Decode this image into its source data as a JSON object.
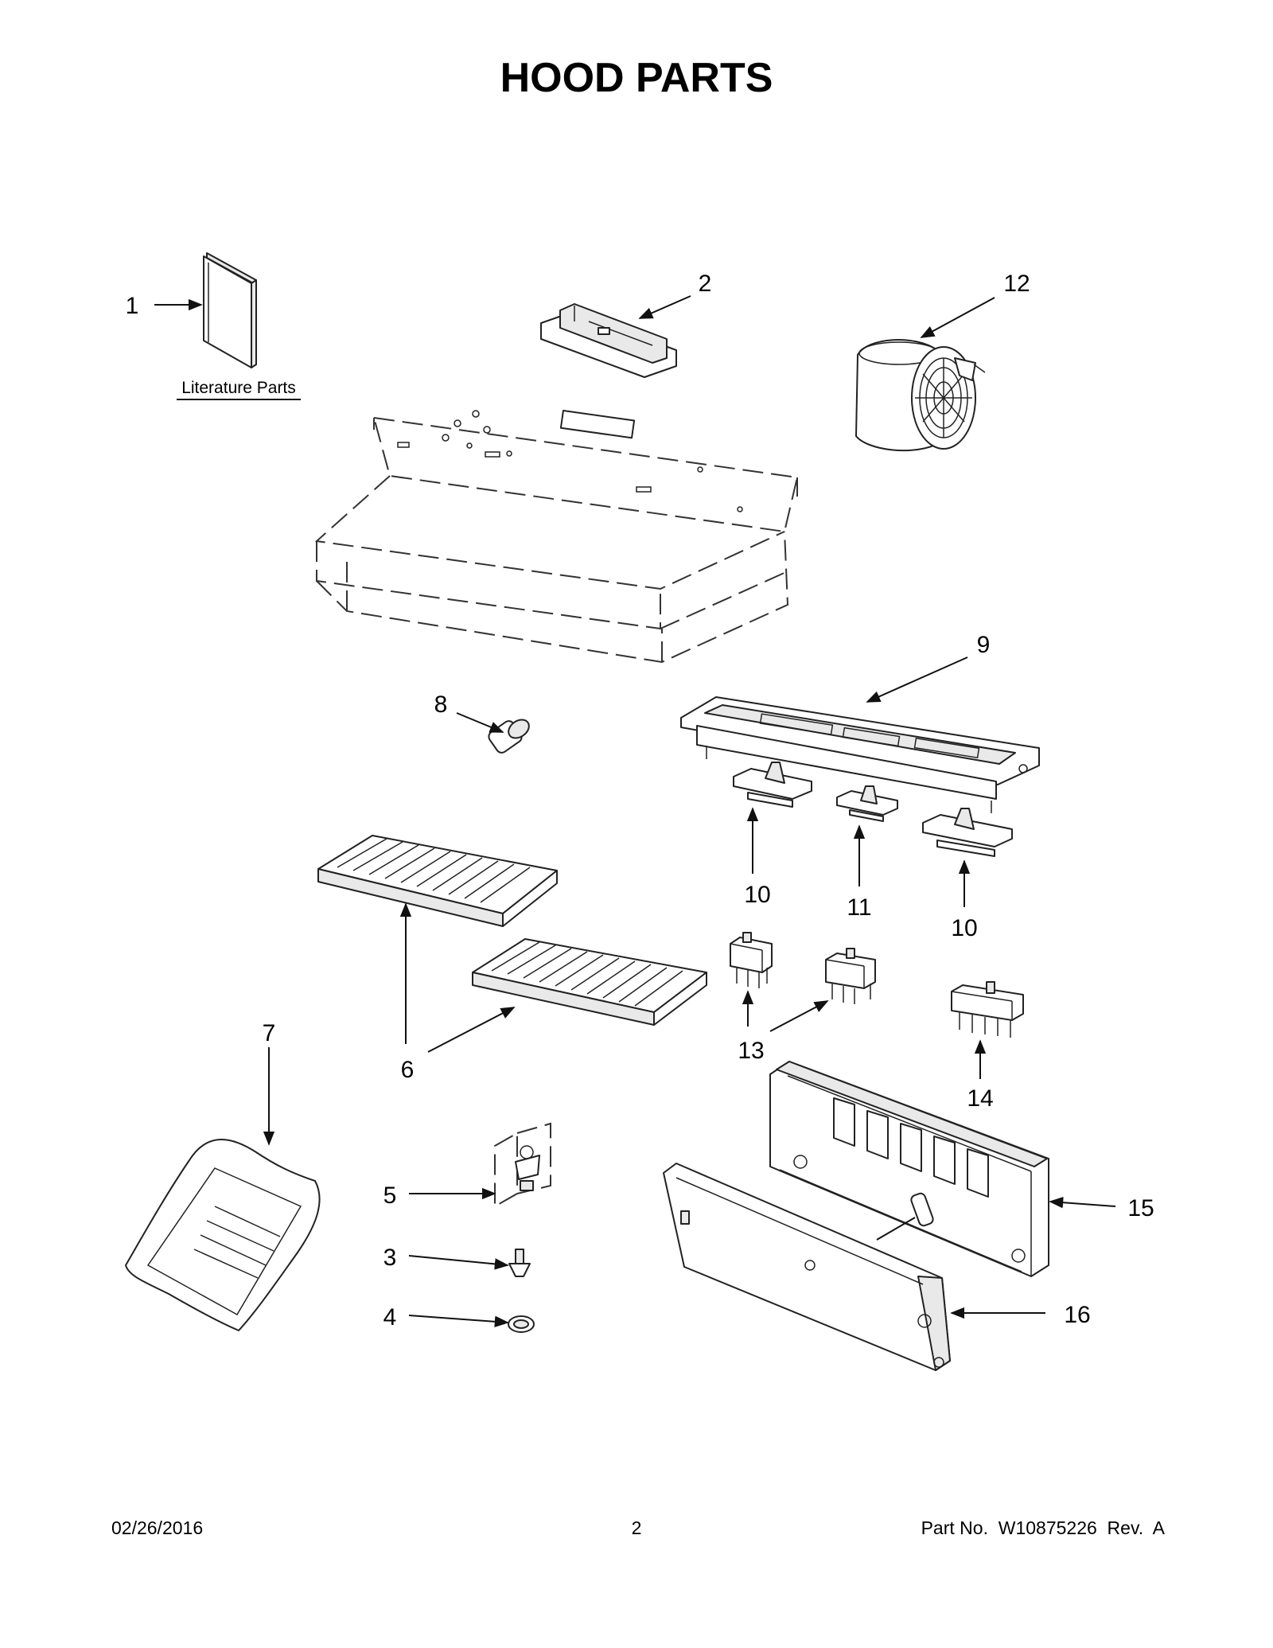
{
  "title": "HOOD PARTS",
  "literature_label": "Literature Parts",
  "callouts": {
    "c1": "1",
    "c2": "2",
    "c3": "3",
    "c4": "4",
    "c5": "5",
    "c6": "6",
    "c7": "7",
    "c8": "8",
    "c9": "9",
    "c10a": "10",
    "c10b": "10",
    "c11": "11",
    "c12": "12",
    "c13": "13",
    "c14": "14",
    "c15": "15",
    "c16": "16"
  },
  "footer": {
    "date": "02/26/2016",
    "page": "2",
    "part_no": "Part No.  W10875226  Rev.  A"
  }
}
